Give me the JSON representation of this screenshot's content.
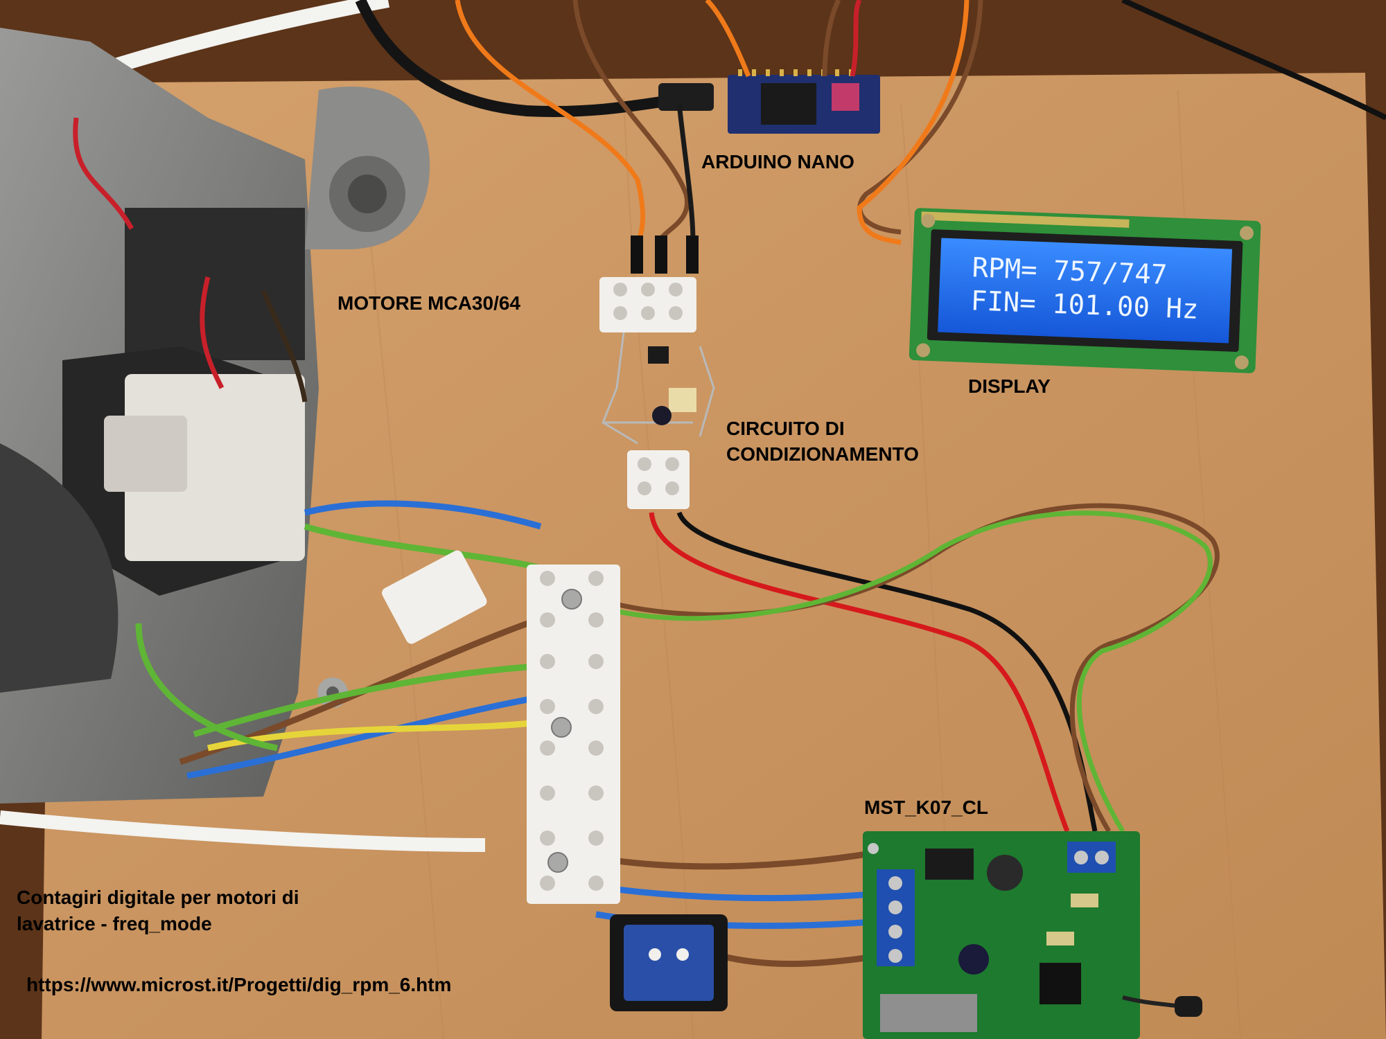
{
  "labels": {
    "arduino": "ARDUINO NANO",
    "motor": "MOTORE MCA30/64",
    "display": "DISPLAY",
    "circuit_line1": "CIRCUITO DI",
    "circuit_line2": "CONDIZIONAMENTO",
    "mst": "MST_K07_CL",
    "caption": "Contagiri digitale per motori di lavatrice - freq_mode",
    "url": "https://www.microst.it/Progetti/dig_rpm_6.htm"
  },
  "lcd": {
    "line1": "RPM= 757/747",
    "line2": "FIN= 101.00 Hz"
  },
  "colors": {
    "board": "#c9925f",
    "lcd_background": "#1f6cf0",
    "lcd_pcb": "#2f8f3a",
    "pcb": "#1d7a2e",
    "arduino_pcb": "#1f2f6f",
    "wire_red": "#d6191c",
    "wire_black": "#111111",
    "wire_brown": "#7a4a2a",
    "wire_blue": "#2a6fd6",
    "wire_green": "#5fb535",
    "wire_yellow": "#e6d53a",
    "wire_orange": "#f07a1a"
  }
}
